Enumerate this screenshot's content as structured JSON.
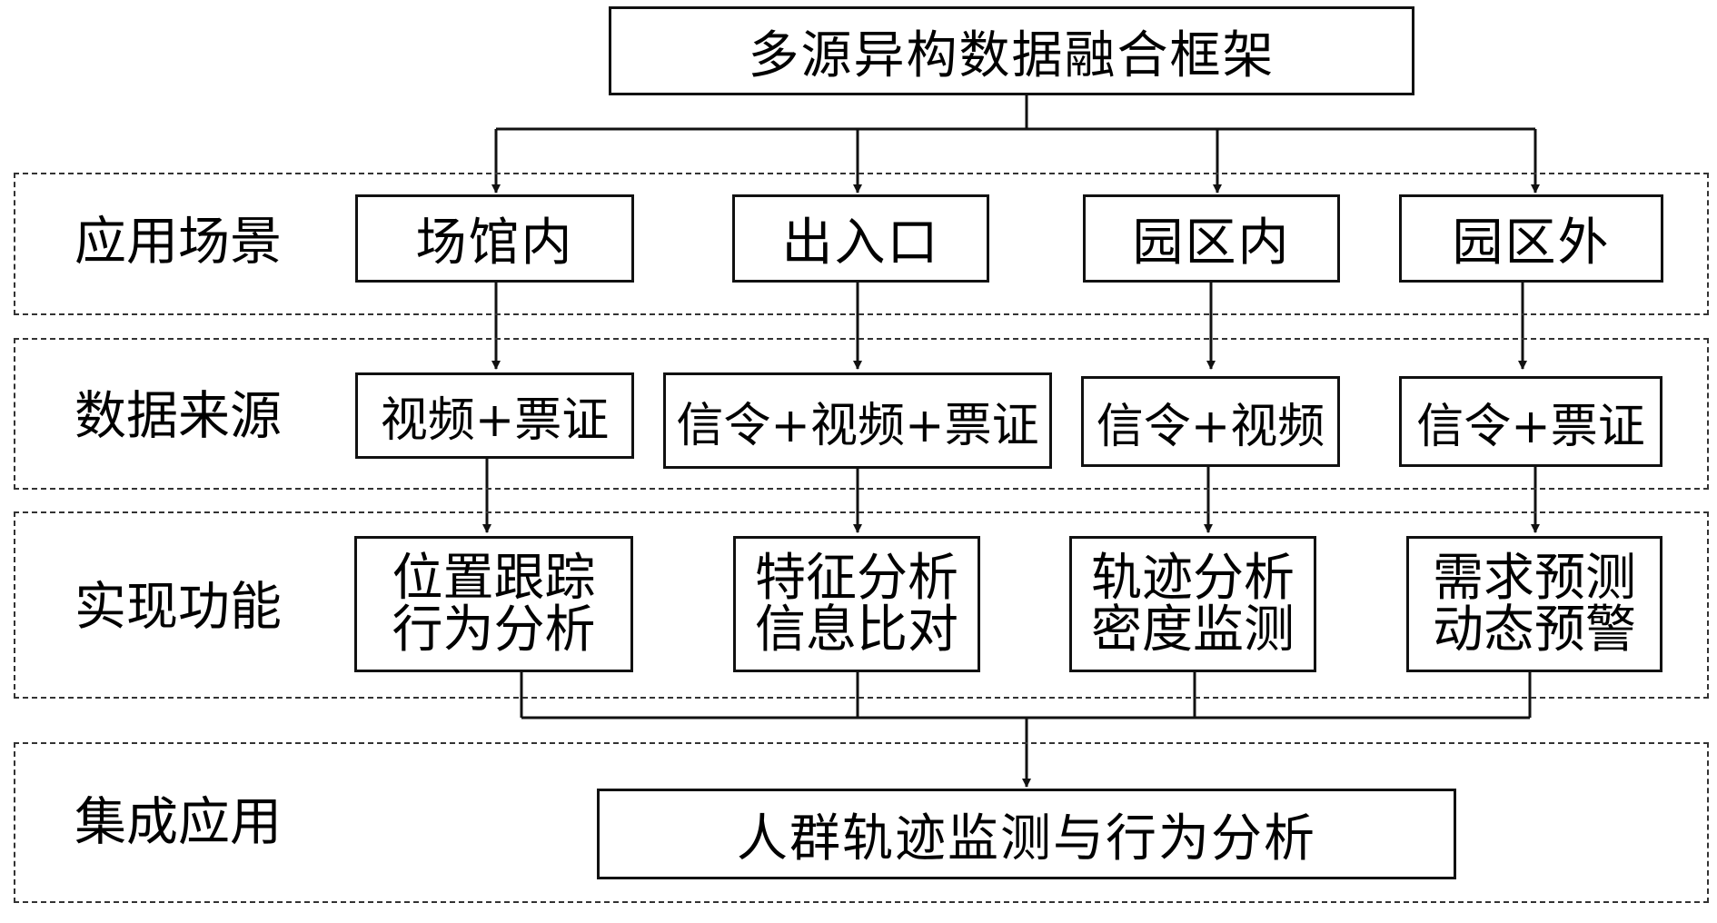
{
  "title": "多源异构数据融合框架",
  "rows": [
    {
      "label": "应用场景"
    },
    {
      "label": "数据来源"
    },
    {
      "label": "实现功能"
    },
    {
      "label": "集成应用"
    }
  ],
  "scenes": [
    "场馆内",
    "出入口",
    "园区内",
    "园区外"
  ],
  "sources": [
    "视频+票证",
    "信令+视频+票证",
    "信令+视频",
    "信令+票证"
  ],
  "functions": [
    {
      "line1": "位置跟踪",
      "line2": "行为分析"
    },
    {
      "line1": "特征分析",
      "line2": "信息比对"
    },
    {
      "line1": "轨迹分析",
      "line2": "密度监测"
    },
    {
      "line1": "需求预测",
      "line2": "动态预警"
    }
  ],
  "final": "人群轨迹监测与行为分析"
}
